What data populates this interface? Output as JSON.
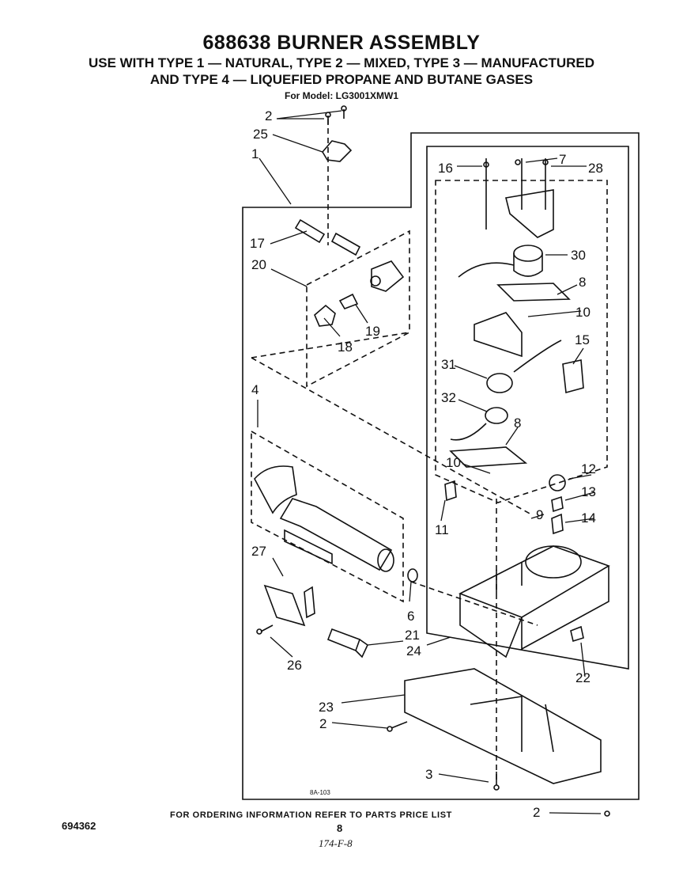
{
  "header": {
    "title": "688638 BURNER ASSEMBLY",
    "subtitle_line1": "USE WITH TYPE 1 — NATURAL, TYPE 2 — MIXED, TYPE 3 — MANUFACTURED",
    "subtitle_line2": "AND TYPE 4 — LIQUEFIED PROPANE AND BUTANE GASES",
    "model": "For Model: LG3001XMW1"
  },
  "footer": {
    "ordering_note": "FOR ORDERING INFORMATION REFER TO PARTS PRICE LIST",
    "document_number": "694362",
    "page_number": "8",
    "handwritten": "174-F-8",
    "drawing_code": "8A-103"
  },
  "callouts": [
    "2",
    "25",
    "1",
    "17",
    "20",
    "19",
    "18",
    "4",
    "27",
    "26",
    "6",
    "21",
    "24",
    "23",
    "2",
    "3",
    "16",
    "7",
    "28",
    "30",
    "8",
    "10",
    "15",
    "31",
    "32",
    "8",
    "10",
    "11",
    "12",
    "13",
    "14",
    "9",
    "22",
    "2"
  ],
  "colors": {
    "ink": "#111111",
    "paper": "#ffffff"
  }
}
